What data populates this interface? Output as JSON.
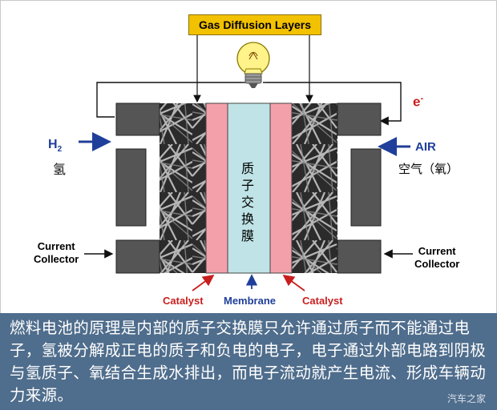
{
  "labels": {
    "gas_diffusion_layers": "Gas Diffusion Layers",
    "electron": "e",
    "electron_sup": "-",
    "h2": "H",
    "h2_sub": "2",
    "hydrogen_zh": "氢",
    "air": "AIR",
    "air_zh": "空气（氧）",
    "current_collector_left": "Current\nCollector",
    "current_collector_right": "Current\nCollector",
    "membrane_zh": "质子交换膜",
    "catalyst_left": "Catalyst",
    "membrane": "Membrane",
    "catalyst_right": "Catalyst"
  },
  "caption": "燃料电池的原理是内部的质子交换膜只允许通过质子而不能通过电子，氢被分解成正电的质子和负电的电子，电子通过外部电路到阴极与氢质子、氧结合生成水排出，而电子流动就产生电流、形成车辆动力来源。",
  "watermark": "汽车之家",
  "colors": {
    "catalyst": "#f4a0aa",
    "membrane": "#bfe3e6",
    "collector": "#555555",
    "gdl_label_bg": "#f2c100",
    "caption_bg": "#4f6d8c",
    "arrow_blue": "#1f3f9a",
    "arrow_red": "#c81e1e",
    "text_red": "#c81e1e",
    "text_blue": "#1f3f9a"
  }
}
